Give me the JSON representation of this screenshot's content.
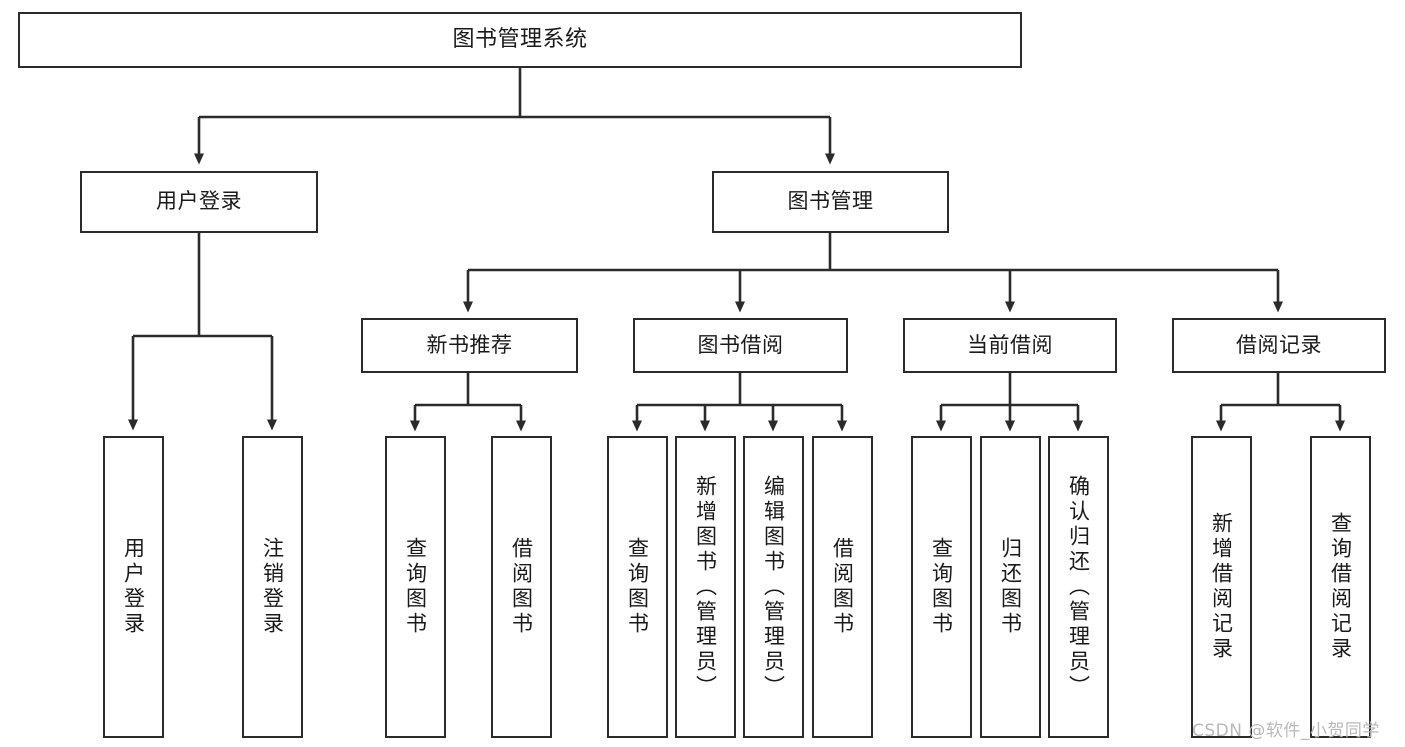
{
  "diagram": {
    "title": "图书管理系统",
    "type": "tree-hierarchy",
    "levels": {
      "root": {
        "label": "图书管理系统"
      },
      "level2": [
        {
          "label": "用户登录"
        },
        {
          "label": "图书管理"
        }
      ],
      "level3": [
        {
          "label": "新书推荐"
        },
        {
          "label": "图书借阅"
        },
        {
          "label": "当前借阅"
        },
        {
          "label": "借阅记录"
        }
      ],
      "leaves_user_login": [
        {
          "label": "用户登录"
        },
        {
          "label": "注销登录"
        }
      ],
      "leaves_new_book": [
        {
          "label": "查询图书"
        },
        {
          "label": "借阅图书"
        }
      ],
      "leaves_borrow": [
        {
          "label": "查询图书"
        },
        {
          "label": "新增图书（管理员）"
        },
        {
          "label": "编辑图书（管理员）"
        },
        {
          "label": "借阅图书"
        }
      ],
      "leaves_current": [
        {
          "label": "查询图书"
        },
        {
          "label": "归还图书"
        },
        {
          "label": "确认归还（管理员）"
        }
      ],
      "leaves_records": [
        {
          "label": "新增借阅记录"
        },
        {
          "label": "查询借阅记录"
        }
      ]
    },
    "watermark": "CSDN @软件_小贺同学",
    "colors": {
      "stroke": "#2b2b2b",
      "fill": "#ffffff",
      "text": "#1a1a1a",
      "watermark": "#b9b9b9"
    }
  }
}
